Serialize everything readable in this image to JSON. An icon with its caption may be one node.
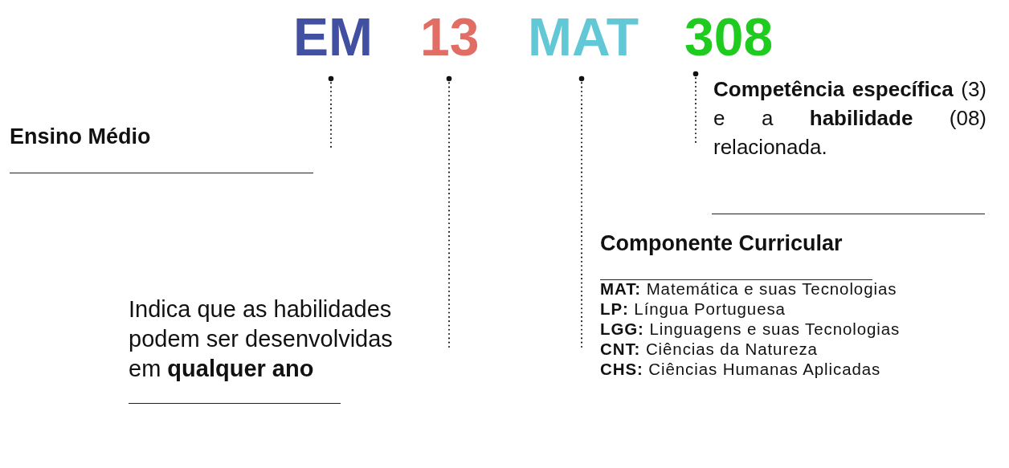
{
  "diagram": {
    "nodes": [
      {
        "text": [
          "EM"
        ]
      },
      {
        "text": [
          "13"
        ]
      },
      {
        "text": [
          "MAT"
        ]
      },
      {
        "text": [
          "308"
        ]
      },
      {
        "text": [
          "Ensino Médio"
        ]
      },
      {
        "text": [
          "Indica que as habilidades podem ser desenvolvidas em **qualquer ano**"
        ]
      },
      {
        "text": [
          "Componente Curricular",
          "**MAT:** Matemática e suas Tecnologias",
          "**LP:** Língua Portuguesa",
          "**LGG:** Linguagens e suas Tecnologias",
          "**CNT:** Ciências da Natureza",
          "**CHS:** Ciências Humanas Aplicadas"
        ]
      },
      {
        "text": [
          "**Competência específica** (3) e a **habilidade** (08) relacionada."
        ]
      }
    ],
    "edges": [
      {
        "from": 0,
        "to": 4,
        "arrow": "other",
        "style": "dashed"
      },
      {
        "from": 1,
        "to": 5,
        "arrow": "other",
        "style": "dashed"
      },
      {
        "from": 2,
        "to": 6,
        "arrow": "other",
        "style": "dashed"
      },
      {
        "from": 3,
        "to": 7,
        "arrow": "other",
        "style": "dashed"
      }
    ]
  }
}
